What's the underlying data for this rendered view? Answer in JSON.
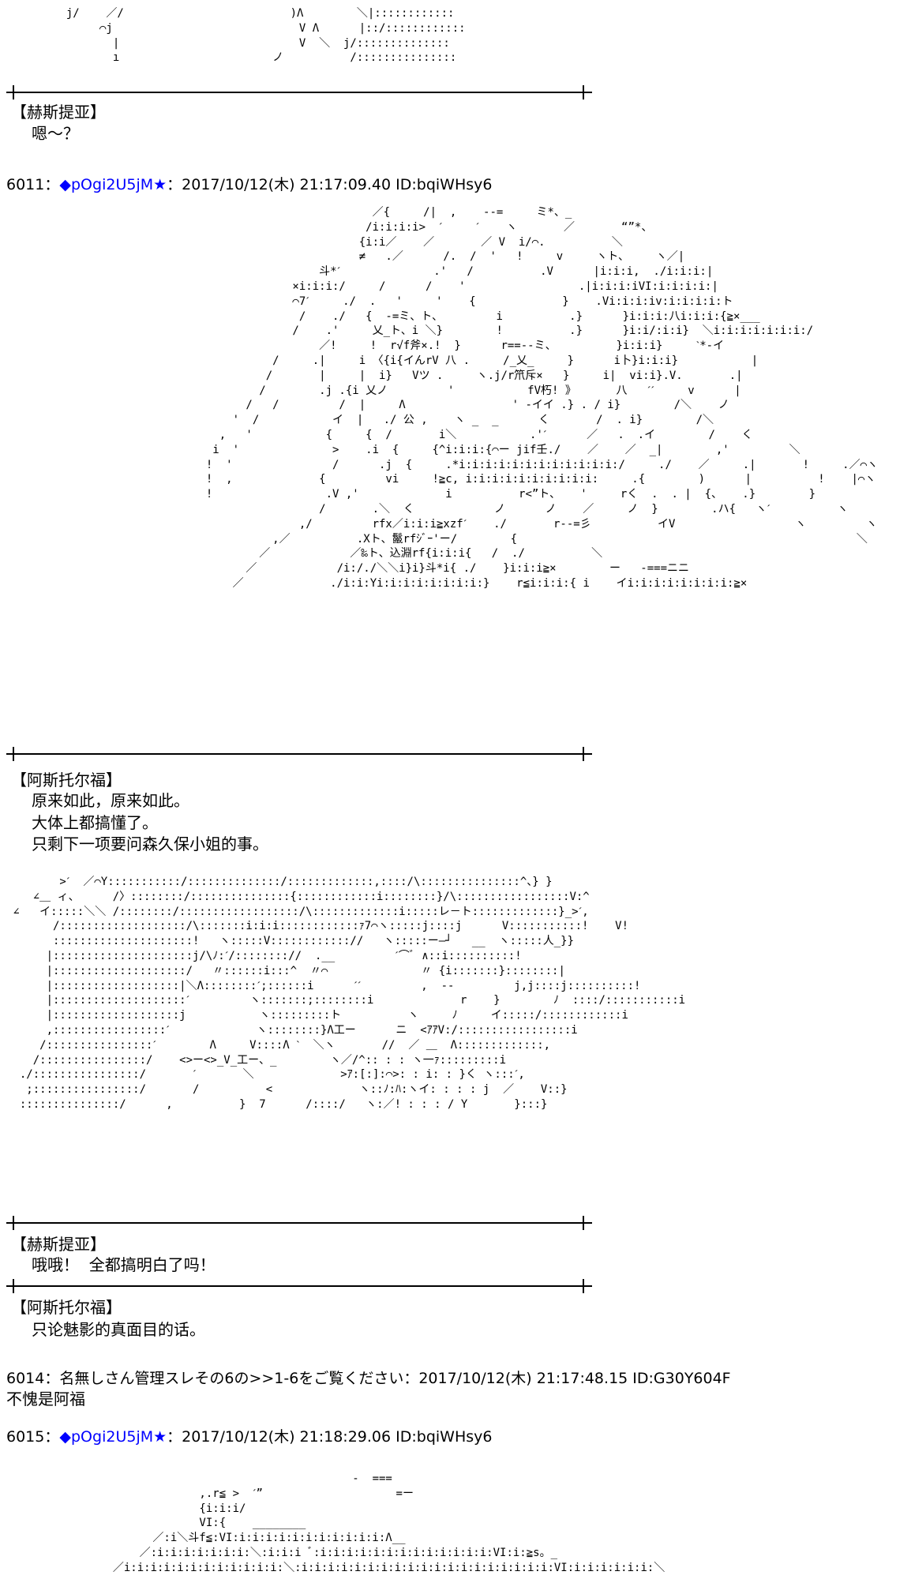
{
  "art_top": "         j/    ／/                         )Λ        ＼|::::::::::::\n              ⌒j                            V Λ      |::/::::::::::::\n                |                           V  ＼  j/::::::::::::::\n                ı                       ノ          /:::::::::::::::",
  "block1": {
    "speaker": "【赫斯提亚】",
    "lines": [
      "嗯～？"
    ]
  },
  "post6011": {
    "number": "6011",
    "sep": "：",
    "diamond": "◆",
    "trip": "pOgi2U5jM",
    "star": "★",
    "meta": "：2017/10/12(木) 21:17:09.40 ID:bqiWHsy6"
  },
  "art_6011": "                                                       ／{     /|  ,    --=     ミ*、_\n                                                      /i:i:i:i>  ˊ     ˊ    ヽ       ／       “”*、\n                                                     {i:i／    ／       ／ V  i/⌒.          ＼\n                                                     ≠   .／      /.  /  '   !     v     ヽト、    ヽ／|\n                                               斗*ˊ              .'   /          .V      |i:i:i,  ./i:i:i:|\n                                           ×i:i:i:/     /      /    '                 .|i:i:i:iVI:i:i:i:i:|\n                                           ⌒7ˊ     ./  .   '     '    {             }    .Vi:i:i:iv:i:i:i:i:ト\n                                            /    ./   {  -=ミ、ト、        i          .}      }i:i:i:八i:i:i:{≧×___\n                                           /    .'     乂_ト、i ＼}        !          .}      }i:i/:i:i}  ＼i:i:i:i:i:i:i:/\n                                               ／!     !  r√f斧×.!  }      r==--ミ、         }i:i:i}     ˋ*-イ\n                                        /     .|     i 〈{i{イんrV 八 .     /_乂_     }      i卜}i:i:i}           |\n                                       /       |     |  i}   Vツ .     ヽ.j/r笊斥×   }     i|  vi:i}.V.       .|\n                                      /        .j .{i 乂ノ         '           fV朽! 》      八   ˊˊ     v      |\n                                    /   /         /  |     Λ                ' -イイ .} . / i}        /＼    ノ\n                                  '  /           イ  |   ./ 公 ,    ヽ _  _      く       /  . i}        /＼\n                                ,   '           {     {  /       i＼           .'ˊ      ／   .  .イ        /    く\n                               i  '              >    .i  {     {^i:i:i:{⌒ー jif壬./    ／    ／  _|        ,'         ＼\n                              !  '               /      .j  {     .*i:i:i:i:i:i:i:i:i:i:i:i:/     ./    ／     .|       !     .／⌒ヽ\n                              !  ,             {         vi     !≧c, i:i:i:i:i:i:i:i:i:i:     .{        )      |          !    |⌒ヽ\n                              !                 .V ,'             i          r<”ト、   '     rく  .  . |  {、   .}        }\n                                               /       .＼  く            ノ      ノ    ／     ノ  }        .ハ{   ヽˊ          ヽ\n                                            ,/         rfx／i:i:i≧xzfˊ    ./       r--=彡          イV                  ヽ         ヽ\n                                        ,／          .Xト、鬣rfｼﾞｰ'ー/        {                                                   ＼\n                                      ／            ／‰ト、込淵rf{i:i:i{   /  ./          ＼\n                                    ／            /i:/./＼＼i}i}斗*i{ ./    }i:i:i≧×        ー   -===ニニ\n                                  ／             ./i:i:Yi:i:i:i:i:i:i:i:}    r≦i:i:i:{ i    イi:i:i:i:i:i:i:i:≧×",
  "block2": {
    "speaker": "【阿斯托尔福】",
    "lines": [
      "原来如此，原来如此。",
      "大体上都搞懂了。",
      "只剩下一项要问森久保小姐的事。"
    ]
  },
  "art_mid": "        >ˊ  ／⌒Y:::::::::::/::::::::::::::/:::::::::::::,::::/\\:::::::::::::::^、} }\n    ∠＿ ィ、     /〉::::::::/:::::::::::::::{::::::::::::i::::::::}/\\:::::::::::::::::V:^\n ∠   イ:::::＼＼ /::::::::/::::::::::::::::::/\\:::::::::::::i:::::レ－ト:::::::::::::}_>ˊ,\n       /:::::::::::::::::::/\\:::::::i:i:i::::::::::::ｧ7⌒ヽ:::::j::::j      V:::::::::::!    V!\n       :::::::::::::::::::::!   ヽ:::::V:::::::::::://   ヽ:::::ー―┘   __  ヽ:::::人_}}\n      |:::::::::::::::::::::j/\\ﾉ:ˊ/:::::::://  .__         ˊ⌒ﾞ ∧::i::::::::::!\n      |::::::::::::::::::::/   〃::::::i:::^  〃⌒              〃 {i:::::::}::::::::|\n      |:::::::::::::::::::|＼Λ::::::::ˊ;::::::i      ˊˊ         ,  ‐‐         j,j::::j::::::::::!\n      |::::::::::::::::::::ˊ         ヽ:::::::;::::::::i             r    }        ﾉ  ::::/:::::::::::i\n      |:::::::::::::::::::j           ヽ:::::::::ト          ヽ     ﾉ     イ:::::/::::::::::::i\n      ,:::::::::::::::::ˊ             ヽ::::::::}Λ工ー      ニ  <ｱｱV:/:::::::::::::::::i\n     /::::::::::::::::ˊ        Λ     V::::Λ ˋ  ＼ヽ       //  ／ ＿  Λ:::::::::::::,\n    /::::::::::::::::/    <>ー<>_V_工ー、_        ヽ／/^:: : : ヽ一ｧ:::::::::i\n  ./::::::::::::::::/       ˊ       ＼             >ｱ:[:]:⌒>: : i: : }く ヽ:::ˊ,\n   ;::::::::::::::::/       /          <             ヽ::ﾉ:ﾊ:ヽイ: : : : j  ／    V::}\n  :::::::::::::::/      ,          }  7      /::::/   ヽ:／! : : : / Y       }:::}",
  "block3": {
    "speaker": "【赫斯提亚】",
    "lines": [
      "哦哦！  全都搞明白了吗！"
    ]
  },
  "block4": {
    "speaker": "【阿斯托尔福】",
    "lines": [
      "只论魅影的真面目的话。"
    ]
  },
  "post6014": {
    "header": "6014：名無しさん管理スレその6の>>1-6をご覧ください：2017/10/12(木) 21:17:48.15 ID:G30Y604F",
    "body": "不愧是阿福"
  },
  "post6015": {
    "number": "6015",
    "sep": "：",
    "diamond": "◆",
    "trip": "pOgi2U5jM",
    "star": "★",
    "meta": "：2017/10/12(木) 21:18:29.06 ID:bqiWHsy6"
  },
  "art_bottom": "                                                    ‐  ===\n                             ,.r≦ >  ˊ”                    =ー\n                             {i:i:i/\n                             VI:{    ________\n                      ／:i＼斗f≦:VI:i:i:i:i:i:i:i:i:i:i:i:Λ__\n                    ／:i:i:i:i:i:i:i:＼:i:i:i ﾞ:i:i:i:i:i:i:i:i:i:i:i:i:i:VI:i:≧s。_\n                ／i:i:i:i:i:i:i:i:i:i:i:i:＼:i:i:i:i:i:i:i:i:i:i:i:i:i:i:i:i:i:i:i:VI:i:i:i:i:i:i:＼"
}
